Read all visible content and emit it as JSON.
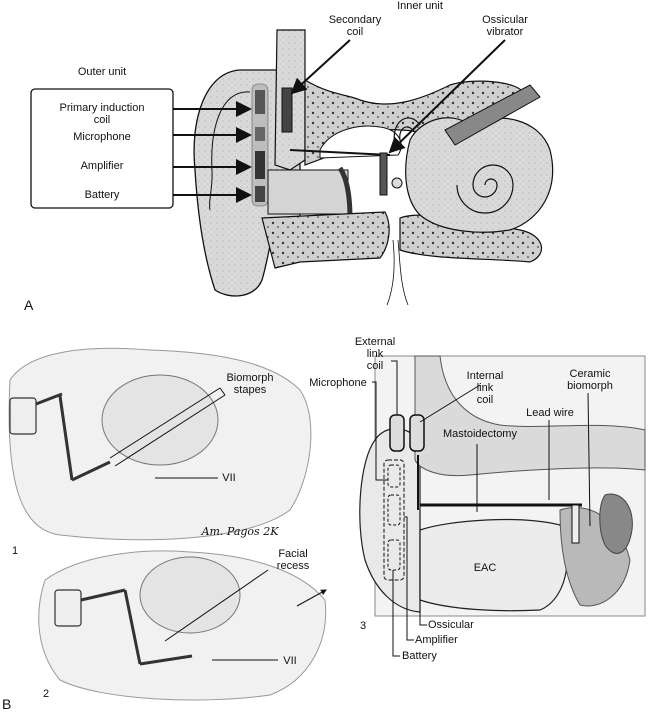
{
  "panel_a": {
    "letter": "A",
    "outer_unit": {
      "title": "Outer unit",
      "components": [
        "Primary induction\ncoil",
        "Microphone",
        "Amplifier",
        "Battery"
      ]
    },
    "inner_unit": {
      "title": "Inner unit",
      "labels": {
        "secondary_coil": "Secondary\ncoil",
        "ossicular_vibrator": "Ossicular\nvibrator"
      }
    }
  },
  "panel_b": {
    "letter": "B",
    "sub1": {
      "number": "1",
      "labels": {
        "biomorph_stapes": "Biomorph\nstapes",
        "vii": "VII"
      },
      "signature": "Am. Pagos 2K"
    },
    "sub2": {
      "number": "2",
      "labels": {
        "facial_recess": "Facial\nrecess",
        "vii": "VII"
      }
    },
    "sub3": {
      "number": "3",
      "labels": {
        "external_link_coil": "External\nlink\ncoil",
        "microphone": "Microphone",
        "internal_link_coil": "Internal\nlink\ncoil",
        "ceramic_biomorph": "Ceramic\nbiomorph",
        "lead_wire": "Lead wire",
        "mastoidectomy": "Mastoidectomy",
        "eac": "EAC",
        "ossicular": "Ossicular",
        "amplifier": "Amplifier",
        "battery": "Battery"
      }
    }
  }
}
